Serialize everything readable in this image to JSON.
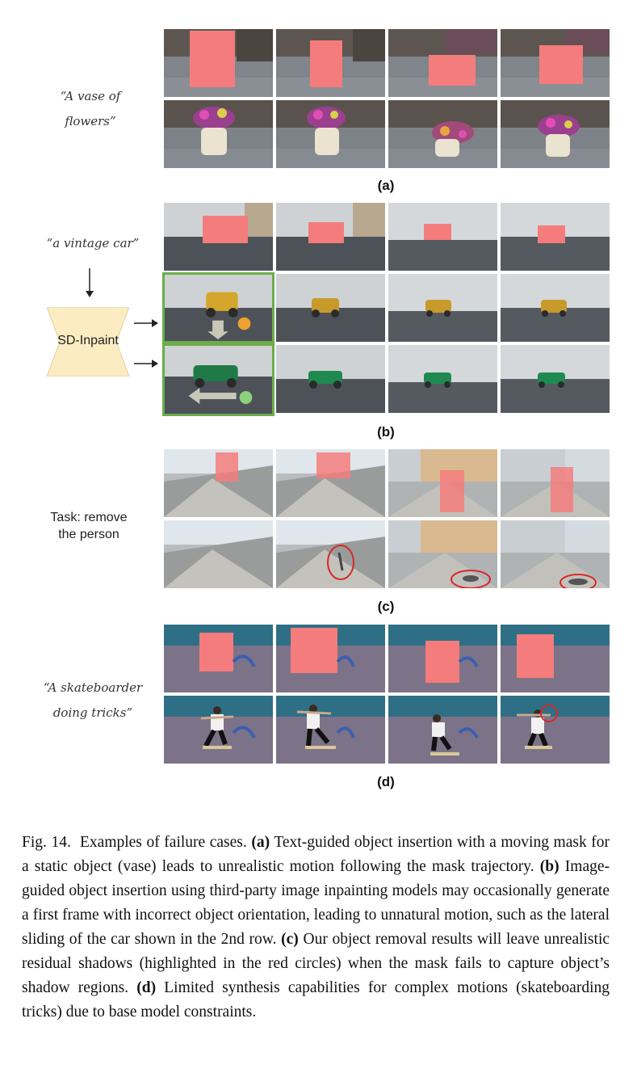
{
  "panels": {
    "a": {
      "label": "(a)",
      "prompt_line1": "“A vase of",
      "prompt_line2": "flowers”"
    },
    "b": {
      "label": "(b)",
      "prompt": "“a vintage car”",
      "model": "SD-Inpaint"
    },
    "c": {
      "label": "(c)",
      "task_line1": "Task: remove",
      "task_line2": "the person"
    },
    "d": {
      "label": "(d)",
      "prompt_line1": "“A skateboarder",
      "prompt_line2": "doing tricks”"
    }
  },
  "caption": {
    "fig_label": "Fig. 14.",
    "intro": "Examples of failure cases.",
    "a_tag": "(a)",
    "a_text": "Text-guided object insertion with a moving mask for a static object (vase) leads to unrealistic motion following the mask trajectory.",
    "b_tag": "(b)",
    "b_text": "Image-guided object insertion using third-party image inpainting models may occasionally generate a first frame with incorrect object orientation, leading to unnatural motion, such as the lateral sliding of the car shown in the 2nd row.",
    "c_tag": "(c)",
    "c_text": "Our object removal results will leave unrealistic residual shadows (highlighted in the red circles) when the mask fails to capture object’s shadow regions.",
    "d_tag": "(d)",
    "d_text": "Limited synthesis capabilities for complex motions (skateboarding tricks) due to base model constraints."
  },
  "colors": {
    "mask": "#f47c7c",
    "green_border": "#6aad4a",
    "red_circle": "#d62828",
    "sd_box": "#fbecc2"
  }
}
